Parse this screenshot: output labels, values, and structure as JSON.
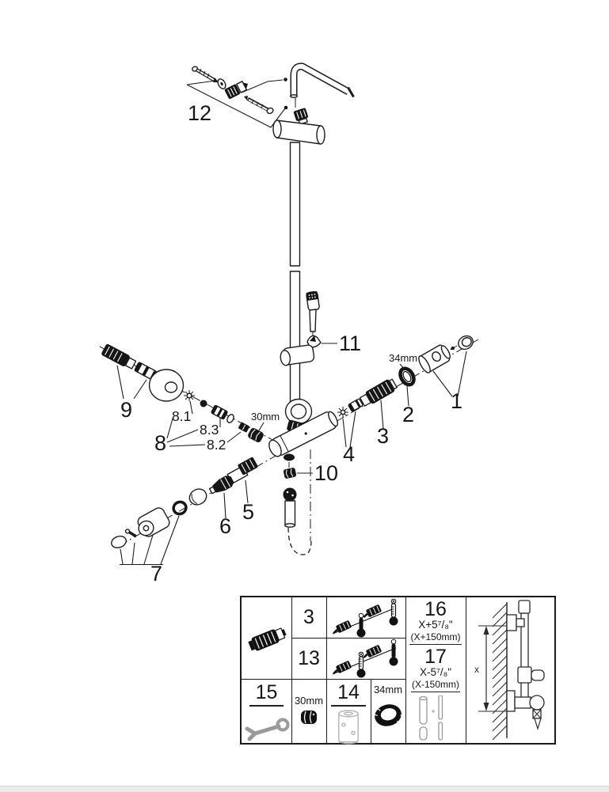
{
  "diagram": {
    "callouts": {
      "c1": "1",
      "c2": "2",
      "c3": "3",
      "c4": "4",
      "c5": "5",
      "c6": "6",
      "c7": "7",
      "c8": "8",
      "c8_1": "8.1",
      "c8_2": "8.2",
      "c8_3": "8.3",
      "c9": "9",
      "c10": "10",
      "c11": "11",
      "c12": "12"
    },
    "dims": {
      "d30": "30mm",
      "d34": "34mm"
    }
  },
  "table": {
    "row3": "3",
    "row13": "13",
    "tool15": "15",
    "tool14": "14",
    "dim30": "30mm",
    "dim34": "34mm",
    "col16": {
      "num": "16",
      "inch": "X+5⁷/₈\"",
      "mm": "(X+150mm)"
    },
    "col17": {
      "num": "17",
      "inch": "X-5⁷/₈\"",
      "mm": "(X-150mm)"
    },
    "wall_dim": "x"
  }
}
